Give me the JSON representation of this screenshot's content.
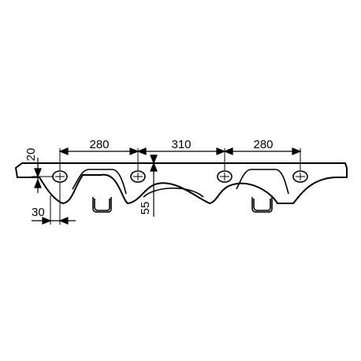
{
  "dimensions": {
    "top_left": "280",
    "top_middle": "310",
    "top_right": "280",
    "left_vertical": "20",
    "left_bottom": "30",
    "center_vertical": "55"
  },
  "colors": {
    "line": "#000000",
    "background": "#ffffff"
  }
}
